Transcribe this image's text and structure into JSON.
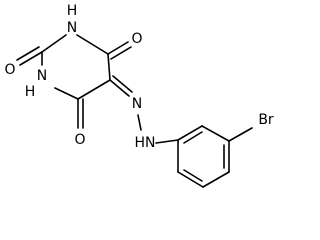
{
  "atoms": {
    "o_top": "O",
    "nh_top": "H",
    "nh_top_n": "N",
    "o_left": "O",
    "nh_left": "H",
    "nh_left_n": "N",
    "o_bottom": "O",
    "n_azo": "N",
    "nh_hydrazo": "HN",
    "br": "Br"
  },
  "colors": {
    "bonds": "#000000",
    "labels": "#000000",
    "background": "#ffffff"
  }
}
